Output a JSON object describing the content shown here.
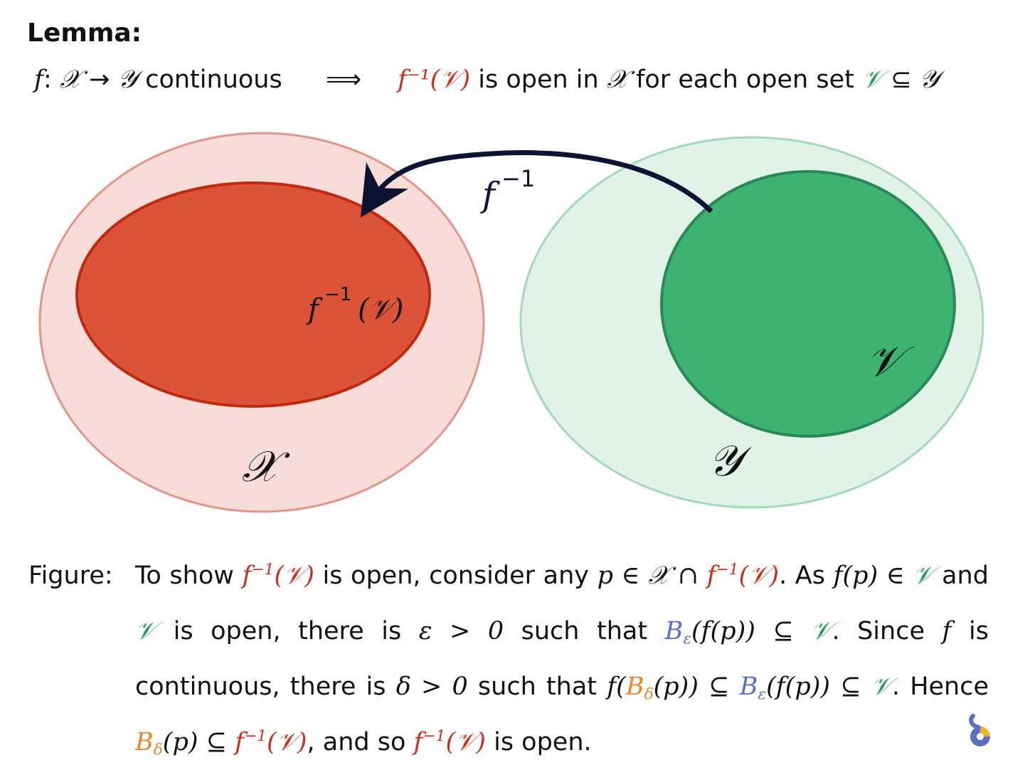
{
  "lemma": {
    "title": "Lemma:",
    "f": "f",
    "colon": ":",
    "X": "𝒳",
    "arrow": "→",
    "Y": "𝒴",
    "continuous": "continuous",
    "implies": "⟹",
    "finv_V": "f⁻¹(𝒱)",
    "is_open_in": "is open in",
    "for_each": "for each open set",
    "V": "𝒱",
    "subseteq": "⊆"
  },
  "diagram": {
    "arrow_label_f": "f",
    "arrow_label_exp": "−1",
    "preimage_label_f": "f",
    "preimage_label_exp": "−1",
    "preimage_label_arg": "(𝒱)",
    "set_X_label": "𝒳",
    "set_Y_label": "𝒴",
    "set_V_label": "𝒱",
    "colors": {
      "X_fill": "#f8dcd7",
      "X_stroke": "#e4958a",
      "preimage_fill": "#dc5437",
      "preimage_stroke": "#c0280f",
      "Y_fill": "#e1f2e8",
      "Y_stroke": "#a3d9b8",
      "V_fill": "#3cb371",
      "V_stroke": "#2a8a56",
      "arrow": "#0d1433"
    }
  },
  "caption": {
    "label": "Figure:",
    "s1": "To show",
    "s2": "is open, consider any",
    "s3": "As",
    "s4": "and",
    "s5": "is open, there is",
    "s6": "such that",
    "s7": "Since",
    "s8": "is continuous, there is",
    "s9": "such that",
    "s10": "Hence",
    "s11": ", and so",
    "s12": "is open."
  }
}
